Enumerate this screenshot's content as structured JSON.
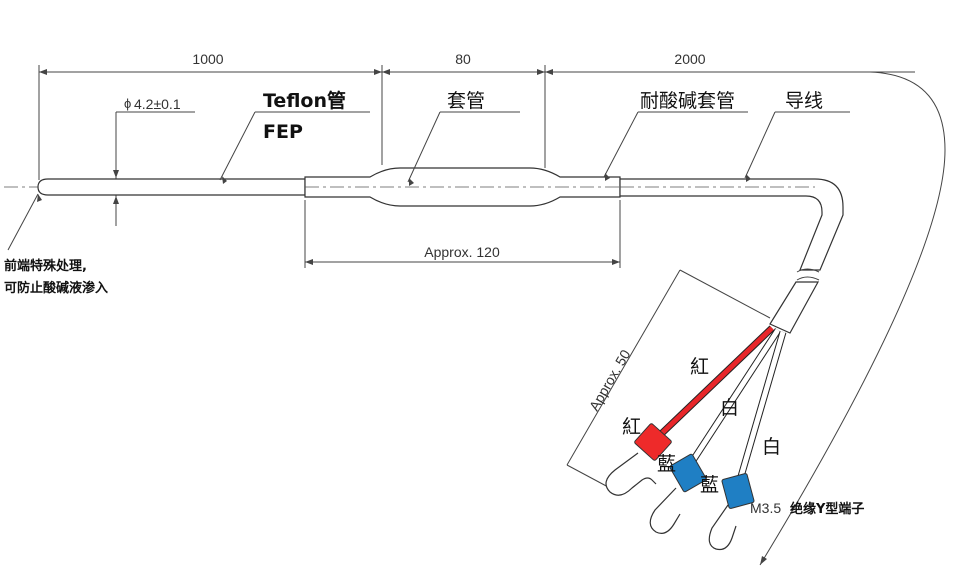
{
  "dimensions": {
    "probe_length": "1000",
    "sleeve_length": "80",
    "lead_length": "2000",
    "sleeve_approx": "Approx. 120",
    "fork_approx": "Approx. 50",
    "diameter": "4.2±0.1",
    "diameter_symbol": "ϕ"
  },
  "labels": {
    "teflon": "Teflon管",
    "fep": "FEP",
    "sleeve": "套管",
    "acid_sleeve": "耐酸碱套管",
    "lead_wire": "导线",
    "tip_note_line1": "前端特殊处理,",
    "tip_note_line2": "可防止酸碱液渗入",
    "terminal": "绝缘Y型端子",
    "terminal_size": "M3.5"
  },
  "wires": {
    "red": "紅",
    "white": "白",
    "blue": "藍"
  },
  "colors": {
    "red_wire": "#e8262a",
    "red_terminal": "#ee2a2a",
    "blue_terminal": "#1f7fc4",
    "line": "#333333"
  }
}
